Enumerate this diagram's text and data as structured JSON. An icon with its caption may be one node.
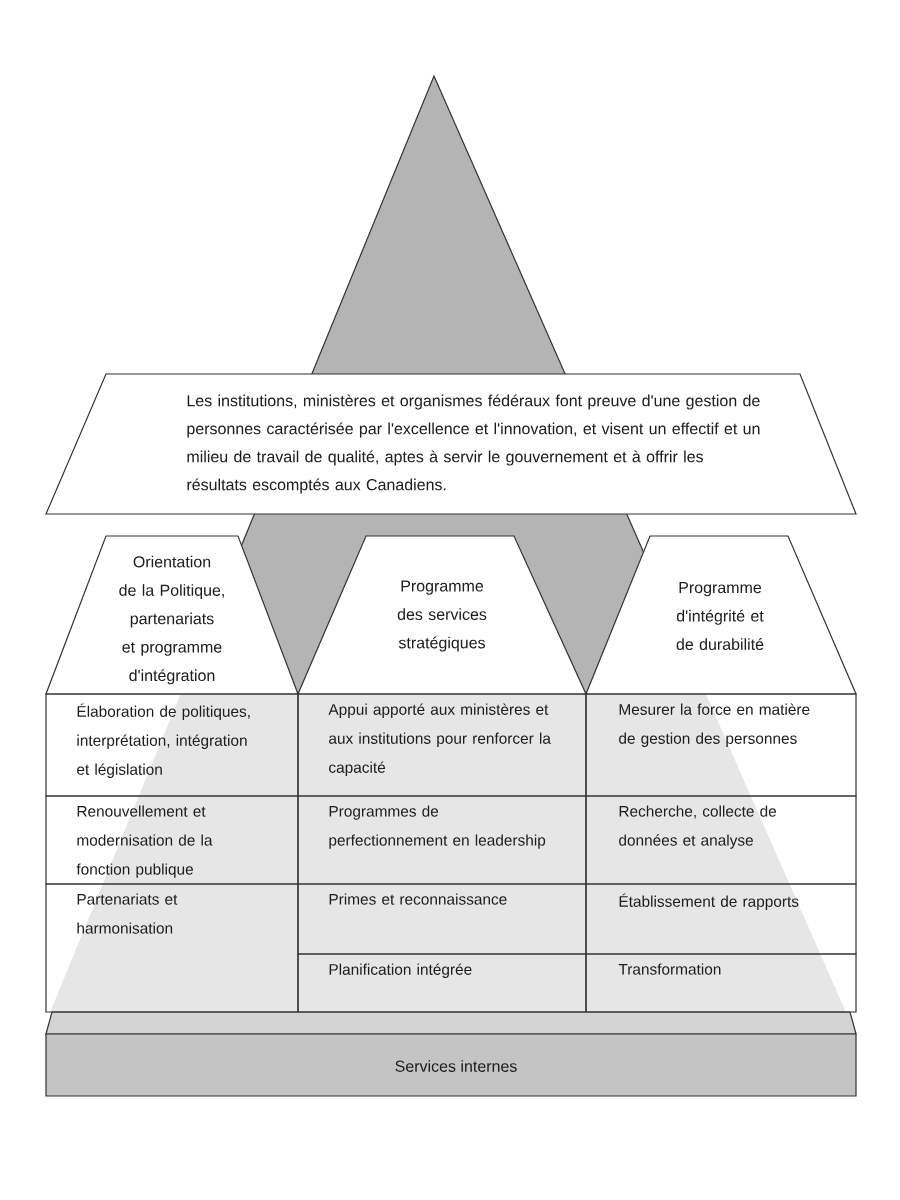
{
  "diagram": {
    "nodes": [
      {
        "text": [
          "Les institutions, ministères et organismes fédéraux font preuve d'une gestion de personnes caractérisée par l'excellence et l'innovation, et visent un effectif et un milieu de travail de qualité, aptes à servir le gouvernement et à offrir les résultats escomptés aux Canadiens."
        ]
      },
      {
        "text": [
          "Orientation de la Politique, partenariats et programme d'intégration"
        ]
      },
      {
        "text": [
          "Programme des services stratégiques"
        ]
      },
      {
        "text": [
          "Programme d'intégrité et de durabilité"
        ]
      },
      {
        "text": [
          "Élaboration de politiques, interprétation, intégration et législation"
        ]
      },
      {
        "text": [
          "Appui apporté aux ministères et aux institutions pour renforcer la capacité"
        ]
      },
      {
        "text": [
          "Mesurer la force en matière de gestion des personnes"
        ]
      },
      {
        "text": [
          "Renouvellement et modernisation de la fonction publique"
        ]
      },
      {
        "text": [
          "Programmes de perfectionnement en leadership"
        ]
      },
      {
        "text": [
          "Recherche, collecte de données et analyse"
        ]
      },
      {
        "text": [
          "Partenariats et harmonisation"
        ]
      },
      {
        "text": [
          "Primes et reconnaissance"
        ]
      },
      {
        "text": [
          "Établissement de rapports"
        ]
      },
      {
        "text": [
          "Planification intégrée"
        ]
      },
      {
        "text": [
          "Transformation"
        ]
      },
      {
        "text": [
          "Services internes"
        ]
      }
    ]
  }
}
